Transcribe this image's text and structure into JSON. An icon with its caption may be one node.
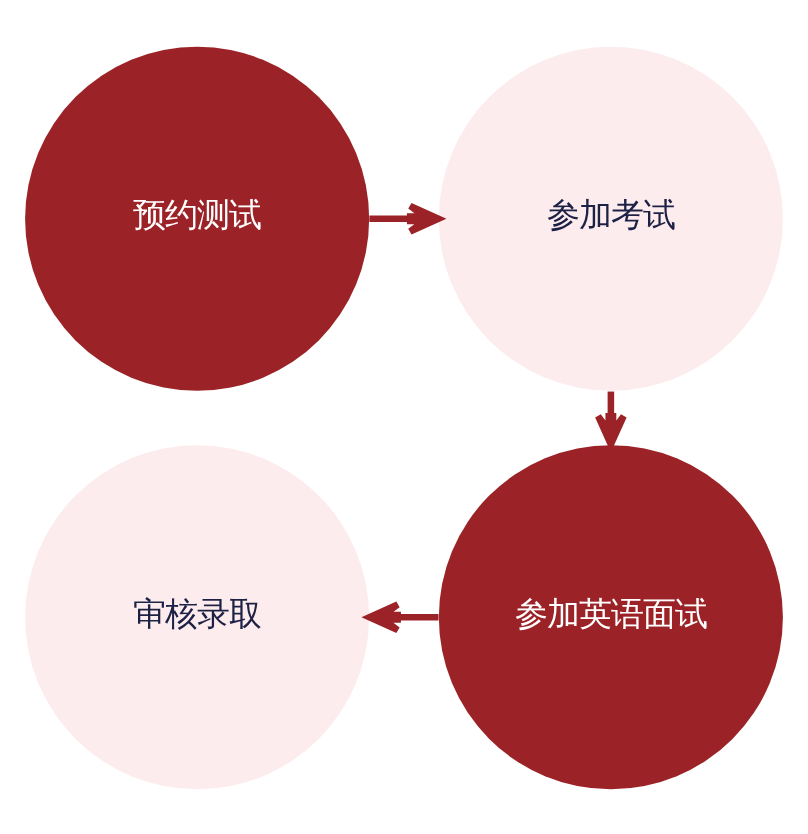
{
  "diagram": {
    "nodes": [
      {
        "text": [
          "预约测试"
        ]
      },
      {
        "text": [
          "参加考试"
        ]
      },
      {
        "text": [
          "参加英语面试"
        ]
      },
      {
        "text": [
          "审核录取"
        ]
      }
    ],
    "edges": [
      {
        "from": 0,
        "to": 1,
        "arrow": "to"
      },
      {
        "from": 1,
        "to": 2,
        "arrow": "to"
      },
      {
        "from": 2,
        "to": 3,
        "arrow": "to"
      }
    ]
  }
}
